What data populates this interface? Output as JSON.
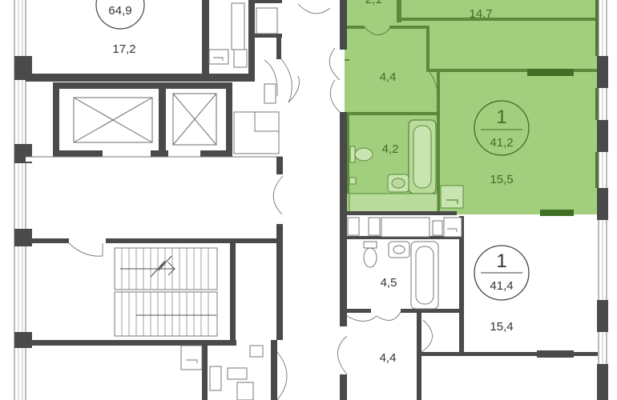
{
  "colors": {
    "highlight_fill": "#a2cf7e",
    "highlight_text": "#3f6f24",
    "wall": "#4a4a4a",
    "window_green": "#4b7a2b"
  },
  "apartments": {
    "top_left": {
      "area": "64,9"
    },
    "selected": {
      "rooms": "1",
      "area": "41,2"
    },
    "lower_right": {
      "rooms": "1",
      "area": "41,4"
    }
  },
  "rooms": {
    "top_left_room": "17,2",
    "selected_partial": "2,1",
    "selected_living": "14,7",
    "selected_hall": "4,4",
    "selected_bath": "4,2",
    "selected_bedroom": "15,5",
    "lower_bath": "4,5",
    "lower_room": "15,4",
    "lower_hall": "4,4"
  }
}
